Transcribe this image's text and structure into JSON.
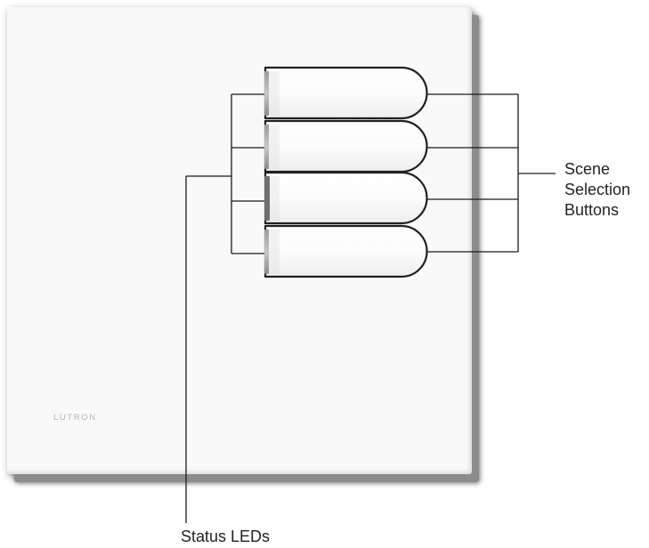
{
  "brand": {
    "logo_text": "LUTRON"
  },
  "callouts": {
    "scene_selection": {
      "lines": [
        "Scene",
        "Selection",
        "Buttons"
      ]
    },
    "status_leds": "Status LEDs"
  },
  "keypad": {
    "button_count": 4
  }
}
